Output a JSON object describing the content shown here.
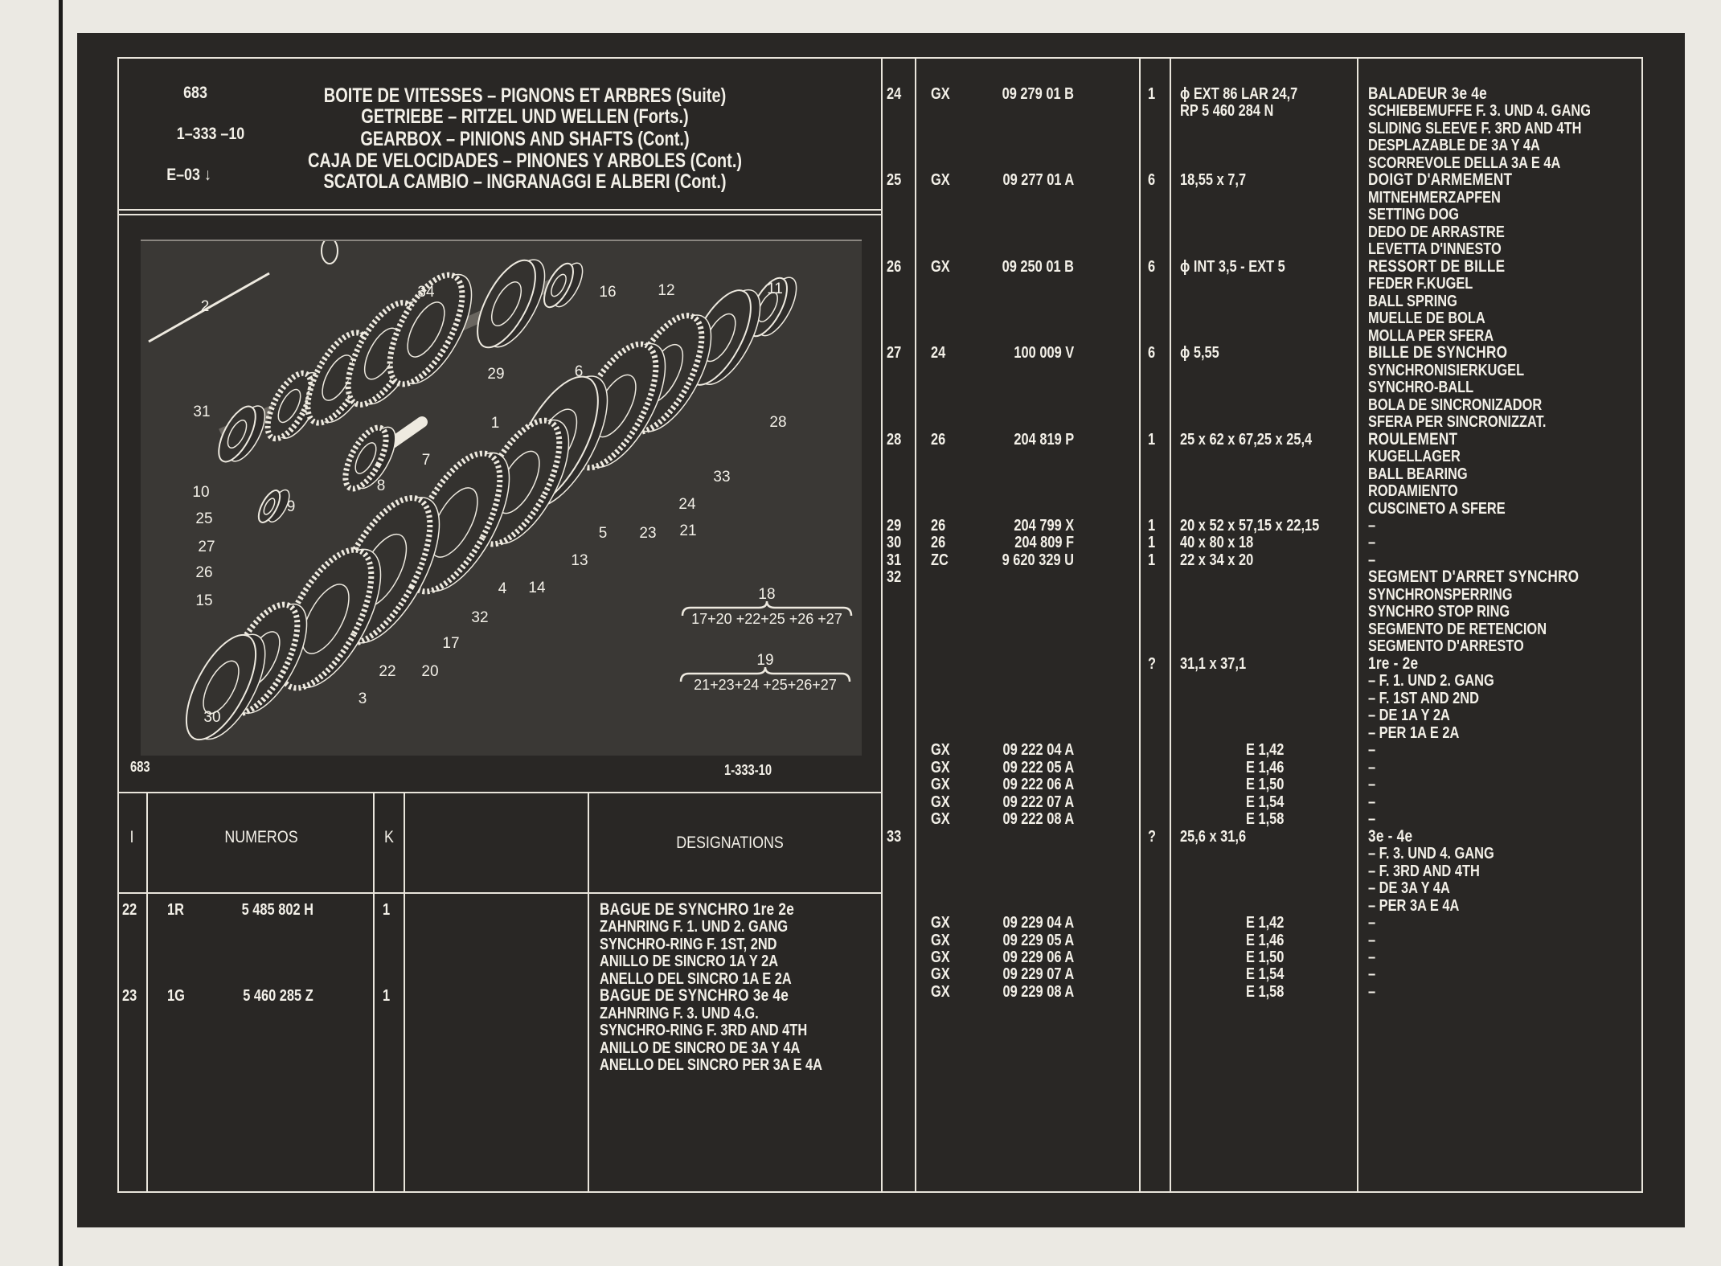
{
  "header": {
    "catalog_no": "683",
    "ref": "1–333 –10",
    "sub": "E–03",
    "arrow": "↓",
    "titles": [
      "BOITE DE VITESSES – PIGNONS ET ARBRES (Suite)",
      "GETRIEBE – RITZEL UND WELLEN (Forts.)",
      "GEARBOX – PINIONS AND SHAFTS (Cont.)",
      "CAJA DE VELOCIDADES – PINONES Y ARBOLES (Cont.)",
      "SCATOLA CAMBIO – INGRANAGGI E ALBERI (Cont.)"
    ]
  },
  "diagram": {
    "page_no": "683",
    "ref": "1-333-10",
    "callouts": [
      "2",
      "34",
      "16",
      "12",
      "11",
      "29",
      "6",
      "1",
      "28",
      "31",
      "7",
      "33",
      "8",
      "10",
      "9",
      "24",
      "25",
      "5",
      "23",
      "21",
      "27",
      "13",
      "14",
      "4",
      "26",
      "15",
      "32",
      "17",
      "22",
      "20",
      "3",
      "30"
    ],
    "groups": [
      {
        "label": "18",
        "formula": "17+20 +22+25 +26 +27"
      },
      {
        "label": "19",
        "formula": "21+23+24 +25+26+27"
      }
    ]
  },
  "table_header": {
    "item": "I",
    "numbers": "NUMEROS",
    "qty": "K",
    "designations": "DESIGNATIONS"
  },
  "left_rows": [
    {
      "item": "22",
      "prefix": "1R",
      "number": "5 485 802 H",
      "qty": "1"
    },
    {
      "item": "23",
      "prefix": "1G",
      "number": "5 460 285 Z",
      "qty": "1"
    }
  ],
  "left_designations": [
    {
      "text": "BAGUE DE SYNCHRO 1re 2e",
      "bold": true
    },
    {
      "text": "ZAHNRING F. 1. UND 2. GANG",
      "bold": false
    },
    {
      "text": "SYNCHRO-RING F. 1ST, 2ND",
      "bold": false
    },
    {
      "text": "ANILLO DE SINCRO 1A Y 2A",
      "bold": false
    },
    {
      "text": "ANELLO DEL SINCRO 1A E 2A",
      "bold": false
    },
    {
      "text": "BAGUE DE SYNCHRO 3e 4e",
      "bold": true
    },
    {
      "text": "ZAHNRING F. 3. UND 4.G.",
      "bold": false
    },
    {
      "text": "SYNCHRO-RING F. 3RD AND 4TH",
      "bold": false
    },
    {
      "text": "ANILLO DE SINCRO DE 3A Y 4A",
      "bold": false
    },
    {
      "text": "ANELLO DEL SINCRO PER 3A E 4A",
      "bold": false
    }
  ],
  "parts": [
    {
      "item": "24",
      "prefix": "GX",
      "number": "09 279 01 B",
      "qty": "1",
      "dim": "ϕ EXT 86 LAR 24,7"
    },
    {
      "dim": "RP 5 460 284 N"
    },
    {
      "item": "25",
      "prefix": "GX",
      "number": "09 277 01 A",
      "qty": "6",
      "dim": "18,55 x 7,7"
    },
    {
      "item": "26",
      "prefix": "GX",
      "number": "09 250 01 B",
      "qty": "6",
      "dim": "ϕ INT 3,5 - EXT 5"
    },
    {
      "item": "27",
      "prefix": "24",
      "number": "100 009 V",
      "qty": "6",
      "dim": "ϕ 5,55"
    },
    {
      "item": "28",
      "prefix": "26",
      "number": "204 819 P",
      "qty": "1",
      "dim": "25 x 62 x 67,25 x 25,4"
    },
    {
      "item": "29",
      "prefix": "26",
      "number": "204 799 X",
      "qty": "1",
      "dim": "20 x 52 x 57,15 x 22,15"
    },
    {
      "item": "30",
      "prefix": "26",
      "number": "204 809 F",
      "qty": "1",
      "dim": "40 x 80 x 18"
    },
    {
      "item": "31",
      "prefix": "ZC",
      "number": "9 620 329 U",
      "qty": "1",
      "dim": "22 x 34 x 20"
    },
    {
      "item": "32"
    },
    {
      "qty": "?",
      "dim": "31,1 x 37,1"
    },
    {
      "prefix": "GX",
      "number": "09 222 04 A",
      "thickness": "E 1,42"
    },
    {
      "prefix": "GX",
      "number": "09 222 05 A",
      "thickness": "E 1,46"
    },
    {
      "prefix": "GX",
      "number": "09 222 06 A",
      "thickness": "E 1,50"
    },
    {
      "prefix": "GX",
      "number": "09 222 07 A",
      "thickness": "E 1,54"
    },
    {
      "prefix": "GX",
      "number": "09 222 08 A",
      "thickness": "E 1,58"
    },
    {
      "item": "33",
      "qty": "?",
      "dim": "25,6 x 31,6"
    },
    {
      "prefix": "GX",
      "number": "09 229 04 A",
      "thickness": "E 1,42"
    },
    {
      "prefix": "GX",
      "number": "09 229 05 A",
      "thickness": "E 1,46"
    },
    {
      "prefix": "GX",
      "number": "09 229 06 A",
      "thickness": "E 1,50"
    },
    {
      "prefix": "GX",
      "number": "09 229 07 A",
      "thickness": "E 1,54"
    },
    {
      "prefix": "GX",
      "number": "09 229 08 A",
      "thickness": "E 1,58"
    }
  ],
  "right_designations": [
    {
      "text": "BALADEUR 3e 4e",
      "bold": true
    },
    {
      "text": "SCHIEBEMUFFE F. 3. UND 4. GANG"
    },
    {
      "text": "SLIDING SLEEVE F. 3RD AND 4TH"
    },
    {
      "text": "DESPLAZABLE DE 3A Y 4A"
    },
    {
      "text": "SCORREVOLE DELLA 3A E 4A"
    },
    {
      "text": "DOIGT D'ARMEMENT",
      "bold": true
    },
    {
      "text": "MITNEHMERZAPFEN"
    },
    {
      "text": "SETTING DOG"
    },
    {
      "text": "DEDO DE ARRASTRE"
    },
    {
      "text": "LEVETTA D'INNESTO"
    },
    {
      "text": "RESSORT DE BILLE",
      "bold": true
    },
    {
      "text": "FEDER F.KUGEL"
    },
    {
      "text": "BALL SPRING"
    },
    {
      "text": "MUELLE DE BOLA"
    },
    {
      "text": "MOLLA PER SFERA"
    },
    {
      "text": "BILLE DE SYNCHRO",
      "bold": true
    },
    {
      "text": "SYNCHRONISIERKUGEL"
    },
    {
      "text": "SYNCHRO-BALL"
    },
    {
      "text": "BOLA DE SINCRONIZADOR"
    },
    {
      "text": "SFERA PER SINCRONIZZAT."
    },
    {
      "text": "ROULEMENT",
      "bold": true
    },
    {
      "text": "KUGELLAGER"
    },
    {
      "text": "BALL BEARING"
    },
    {
      "text": "RODAMIENTO"
    },
    {
      "text": "CUSCINETO A SFERE"
    },
    {
      "text": "–"
    },
    {
      "text": "–"
    },
    {
      "text": "–"
    },
    {
      "text": "SEGMENT D'ARRET SYNCHRO",
      "bold": true
    },
    {
      "text": "SYNCHRONSPERRING"
    },
    {
      "text": "SYNCHRO STOP RING"
    },
    {
      "text": "SEGMENTO DE RETENCION"
    },
    {
      "text": "SEGMENTO D'ARRESTO"
    },
    {
      "text": "1re - 2e",
      "bold": true
    },
    {
      "text": "– F. 1. UND 2. GANG"
    },
    {
      "text": "– F. 1ST AND 2ND"
    },
    {
      "text": "– DE 1A Y 2A"
    },
    {
      "text": "– PER 1A E 2A"
    },
    {
      "text": "–"
    },
    {
      "text": "–"
    },
    {
      "text": "–"
    },
    {
      "text": "–"
    },
    {
      "text": "–"
    },
    {
      "text": "3e - 4e",
      "bold": true
    },
    {
      "text": "– F. 3. UND 4. GANG"
    },
    {
      "text": "– F. 3RD AND 4TH"
    },
    {
      "text": "– DE 3A Y 4A"
    },
    {
      "text": "– PER 3A E 4A"
    },
    {
      "text": "–"
    },
    {
      "text": "–"
    },
    {
      "text": "–"
    },
    {
      "text": "–"
    },
    {
      "text": "–"
    }
  ]
}
